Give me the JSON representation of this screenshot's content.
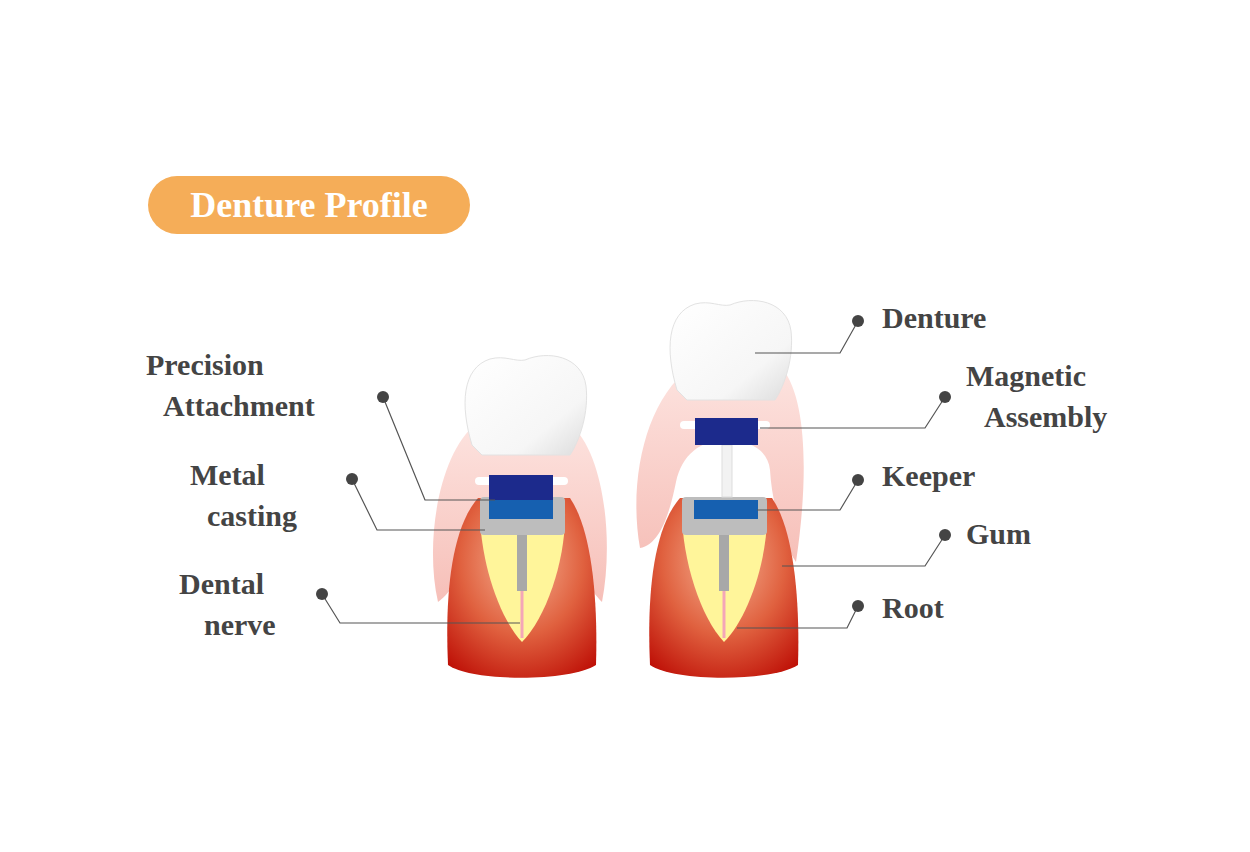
{
  "diagram": {
    "nodes": [
      {
        "text": [
          "Denture Profile"
        ]
      }
    ],
    "labels": [
      "Precision Attachment",
      "Metal casting",
      "Dental nerve",
      "Denture",
      "Magnetic Assembly",
      "Keeper",
      "Gum",
      "Root"
    ]
  }
}
